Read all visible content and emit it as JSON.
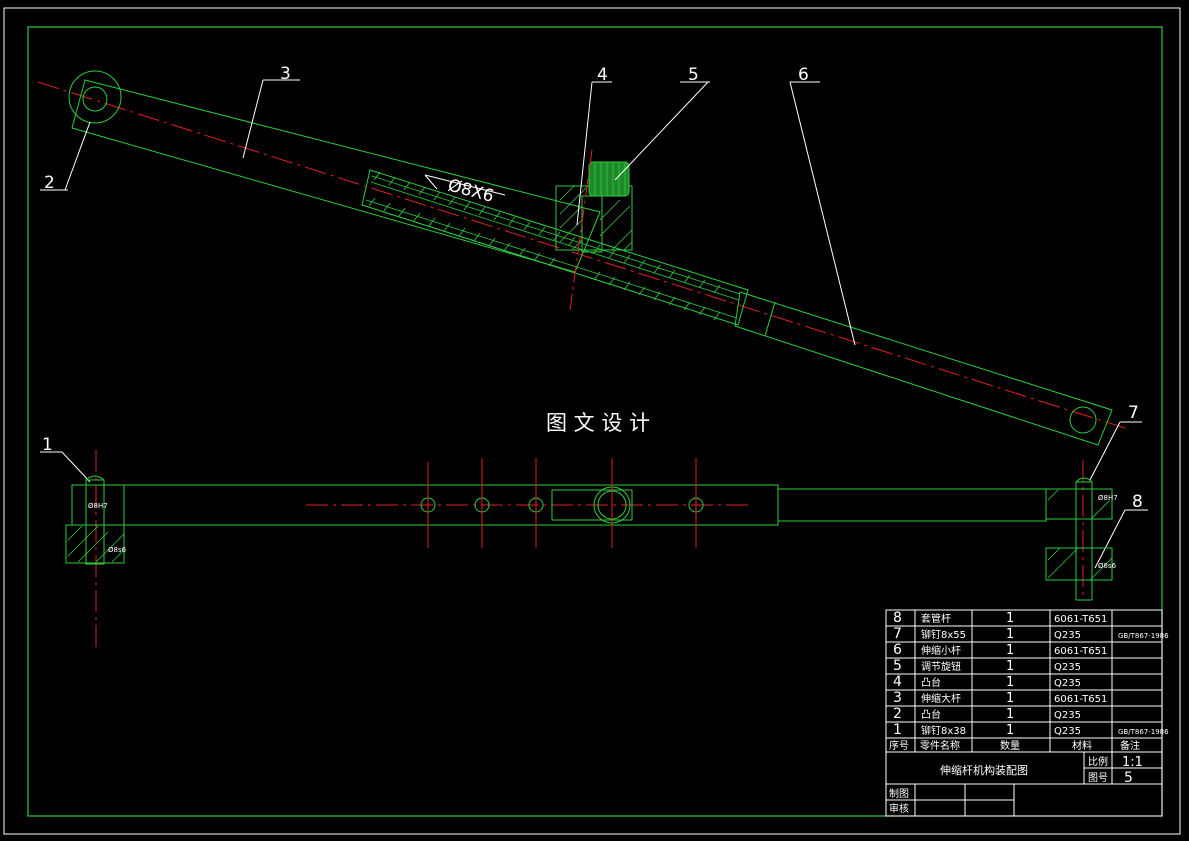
{
  "watermark": "图 文 设 计",
  "dimension_note": "Ø8X6",
  "balloons": [
    "1",
    "2",
    "3",
    "4",
    "5",
    "6",
    "7",
    "8"
  ],
  "section_marks": {
    "left_top": "Ø8H7",
    "left_bottom": "Ø8s6",
    "right_top": "Ø8H7",
    "right_bottom": "Ø8s6"
  },
  "bom": {
    "rows": [
      {
        "no": "8",
        "name": "套管杆",
        "qty": "1",
        "material": "6061-T651",
        "note": ""
      },
      {
        "no": "7",
        "name": "铆钉8x55",
        "qty": "1",
        "material": "Q235",
        "note": "GB/T867-1986"
      },
      {
        "no": "6",
        "name": "伸缩小杆",
        "qty": "1",
        "material": "6061-T651",
        "note": ""
      },
      {
        "no": "5",
        "name": "调节旋钮",
        "qty": "1",
        "material": "Q235",
        "note": ""
      },
      {
        "no": "4",
        "name": "凸台",
        "qty": "1",
        "material": "Q235",
        "note": ""
      },
      {
        "no": "3",
        "name": "伸缩大杆",
        "qty": "1",
        "material": "6061-T651",
        "note": ""
      },
      {
        "no": "2",
        "name": "凸台",
        "qty": "1",
        "material": "Q235",
        "note": ""
      },
      {
        "no": "1",
        "name": "铆钉8x38",
        "qty": "1",
        "material": "Q235",
        "note": "GB/T867-1986"
      }
    ],
    "header": {
      "no": "序号",
      "name": "零件名称",
      "qty": "数量",
      "material": "材料",
      "note": "备注"
    }
  },
  "title_block": {
    "title": "伸缩杆机构装配图",
    "scale_label": "比例",
    "scale_value": "1:1",
    "drawing_no_label": "图号",
    "drawing_no_value": "5",
    "drawn_label": "制图",
    "checked_label": "审核"
  },
  "colors": {
    "line": "#2ecc40",
    "center": "#e02020",
    "white": "#ffffff",
    "hatch": "#2ecc40"
  }
}
